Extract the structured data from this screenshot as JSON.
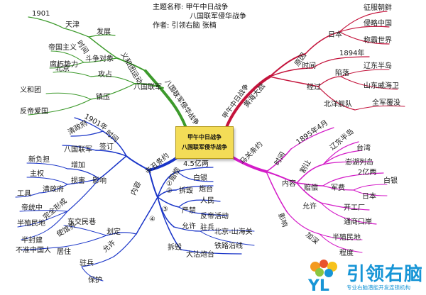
{
  "header": {
    "line1": "主题名称:  甲午中日战争",
    "line2": "八国联军侵华战争",
    "line3": "作者:  引领右脑  张楠"
  },
  "center": {
    "line1": "甲午中日战争",
    "line2": "八国联军侵华战争"
  },
  "colors": {
    "green": "#3d9a2c",
    "red": "#c4143c",
    "blue": "#1a35c8",
    "magenta": "#d41cc8",
    "center_fill": "#f3dc57",
    "brand": "#1795d6"
  },
  "branches": {
    "green": {
      "title": "八国联军侵华战争",
      "yihetuan": "义和团运动",
      "time": "时间",
      "year": "1901",
      "place": "天津",
      "develop": "发展",
      "target": "斗争对象",
      "imperialism": "帝国主义",
      "feudal": "腐朽势力",
      "allied": "八国联军",
      "attack": "攻占",
      "beijing": "北京",
      "suppress": "镇压",
      "boxers": "义和团",
      "patriot": "反帝爱国"
    },
    "red": {
      "title": "甲午中日战争",
      "war": "黄海大战",
      "cause": "原因",
      "japan": "日本",
      "conquer_korea": "征服朝鲜",
      "invade_china": "侵略中国",
      "dominate": "称霸世界",
      "time": "时间",
      "year": "1894年",
      "course": "经过",
      "fall": "陷落",
      "liaodong": "辽东半岛",
      "weihai": "山东威海卫",
      "navy": "北洋舰队",
      "wiped": "全军覆没"
    },
    "magenta": {
      "title": "马关条约",
      "time": "时间",
      "date": "1895年4月",
      "content": "内容",
      "cede": "割让",
      "liaodong": "辽东半岛",
      "taiwan": "台湾",
      "penghu": "澎湖列岛",
      "indemnity": "赔偿",
      "silver": "2亿两",
      "military": "军费",
      "baiyin": "白银",
      "japan": "日本",
      "allow": "允许",
      "factories": "开工厂",
      "ports": "通商口岸",
      "impact": "影响",
      "semicolonial": "半殖民地",
      "deepen": "加深",
      "degree": "程度"
    },
    "blue": {
      "title": "辛丑条约",
      "time": "时间",
      "year": "1901年",
      "qing": "清政府",
      "sign": "签订",
      "allied": "八国联军",
      "impact": "影响",
      "increase": "增加",
      "new_burden": "新负担",
      "harm": "损害",
      "sovereignty": "主权",
      "qing2": "清政府",
      "tool": "工具",
      "rule": "帝统中",
      "semicolonial": "半殖民地",
      "complete": "完全形成",
      "half_feudal": "半封建",
      "content": "内容",
      "one": "①",
      "indemnity": "赔偿",
      "silver": "4.5亿两",
      "baiyin": "白银",
      "two": "②",
      "tear_down": "拆毁",
      "fort": "炮台",
      "prohibit": "严禁",
      "people": "人民",
      "antiimp": "反帝活动",
      "three": "③",
      "permit": "允许",
      "garrison": "驻兵",
      "beijing_sh": "北京-山海关",
      "railway": "铁路沿线",
      "four": "④",
      "demarcate": "划定",
      "legation": "东交民巷",
      "quarter": "使馆界",
      "no_china": "不准中国人",
      "reside": "居住",
      "allow_garr": "允许",
      "station": "驻兵",
      "protect": "保护",
      "demolish": "拆毁",
      "dagu": "大沽炮台"
    }
  },
  "brand": {
    "logo_text": "YL",
    "name": "引领右脑",
    "slogan": "专业右脑潜能开发连锁机构"
  }
}
